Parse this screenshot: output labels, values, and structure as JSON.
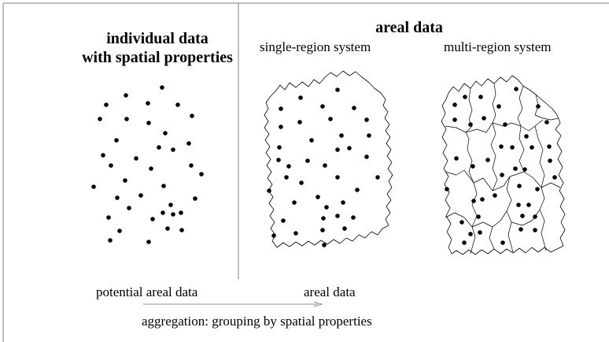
{
  "panels": {
    "individual": {
      "title_line1": "individual data",
      "title_line2": "with spatial properties"
    },
    "areal": {
      "title": "areal data",
      "single_region_label": "single-region system",
      "multi_region_label": "multi-region system"
    }
  },
  "flow": {
    "source_label": "potential areal data",
    "target_label": "areal data",
    "process_label": "aggregation: grouping by spatial properties"
  },
  "style": {
    "ink_color": "#000000",
    "background_color": "#ffffff",
    "divider_color": "#808080",
    "arrow_color": "#909090"
  }
}
